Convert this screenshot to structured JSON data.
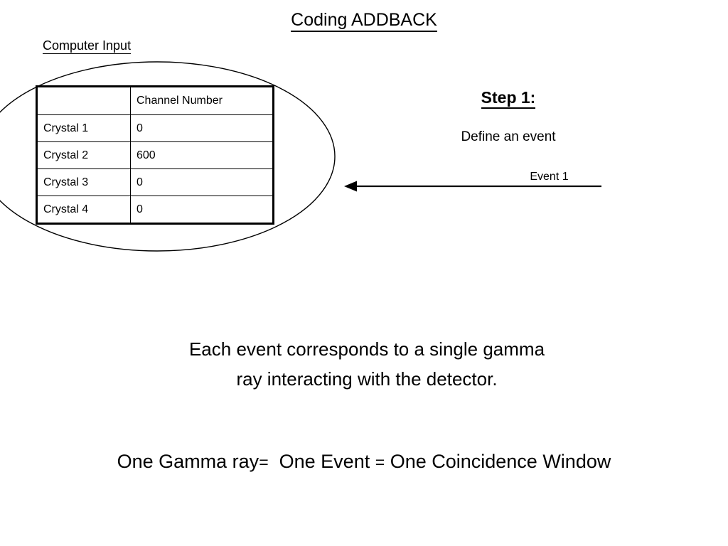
{
  "slide": {
    "title": "Coding ADDBACK",
    "background_color": "#ffffff",
    "text_color": "#000000"
  },
  "computer_input": {
    "caption": "Computer Input",
    "table": {
      "headers": [
        "",
        "Channel Number"
      ],
      "rows": [
        {
          "label": "Crystal 1",
          "value": "0"
        },
        {
          "label": "Crystal 2",
          "value": "600"
        },
        {
          "label": "Crystal 3",
          "value": "0"
        },
        {
          "label": "Crystal 4",
          "value": "0"
        }
      ]
    }
  },
  "step": {
    "heading": "Step 1:",
    "subtitle": "Define an event",
    "event_label": "Event 1"
  },
  "body": {
    "paragraph_line_1": "Each event corresponds to a single gamma",
    "paragraph_line_2": "ray interacting with the detector.",
    "equation_part_1": "One Gamma ray",
    "equation_sign_1": "=",
    "equation_part_2": "One Event",
    "equation_sign_2": "=",
    "equation_part_3": "One Coincidence Window"
  }
}
